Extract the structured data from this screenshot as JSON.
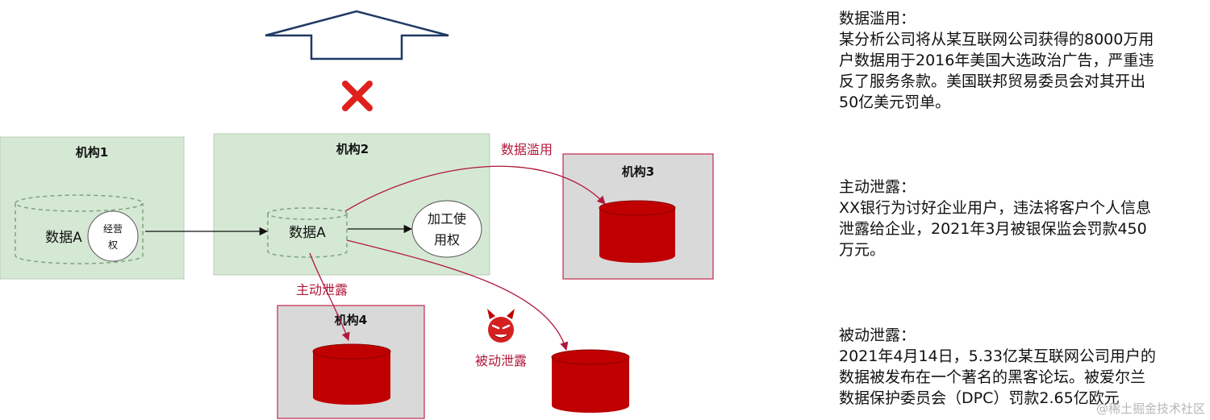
{
  "colors": {
    "green_fill": "#d5e8d4",
    "gray_fill": "#d9d9d9",
    "red_border": "#c0284a",
    "cylinder_red": "#c00000",
    "link_red": "#b0183a",
    "cross_red": "#e0201d"
  },
  "diagram": {
    "org1": {
      "title": "机构1",
      "data_label": "数据A",
      "badge_line1": "经营",
      "badge_line2": "权"
    },
    "org2": {
      "title": "机构2",
      "data_label": "数据A",
      "badge_line1": "加工使",
      "badge_line2": "用权"
    },
    "org3": {
      "title": "机构3"
    },
    "org4": {
      "title": "机构4"
    },
    "links": {
      "abuse": "数据滥用",
      "active_leak": "主动泄露",
      "passive_leak": "被动泄露"
    },
    "icons": {
      "cross": "cross-icon",
      "up_arrow": "up-arrow-icon",
      "devil": "devil-icon"
    }
  },
  "notes": {
    "abuse": {
      "heading": "数据滥用：",
      "lines": [
        "某分析公司将从某互联网公司获得的8000万用",
        "户数据用于2016年美国大选政治广告，严重违",
        "反了服务条款。美国联邦贸易委员会对其开出",
        "50亿美元罚单。"
      ]
    },
    "active": {
      "heading": "主动泄露：",
      "lines": [
        "XX银行为讨好企业用户，违法将客户个人信息",
        "泄露给企业，2021年3月被银保监会罚款450",
        "万元。"
      ]
    },
    "passive": {
      "heading": "被动泄露：",
      "lines": [
        "2021年4月14日，5.33亿某互联网公司用户的",
        "数据被发布在一个著名的黑客论坛。被爱尔兰",
        "数据保护委员会（DPC）罚款2.65亿欧元"
      ]
    }
  },
  "watermark": "@稀土掘金技术社区"
}
